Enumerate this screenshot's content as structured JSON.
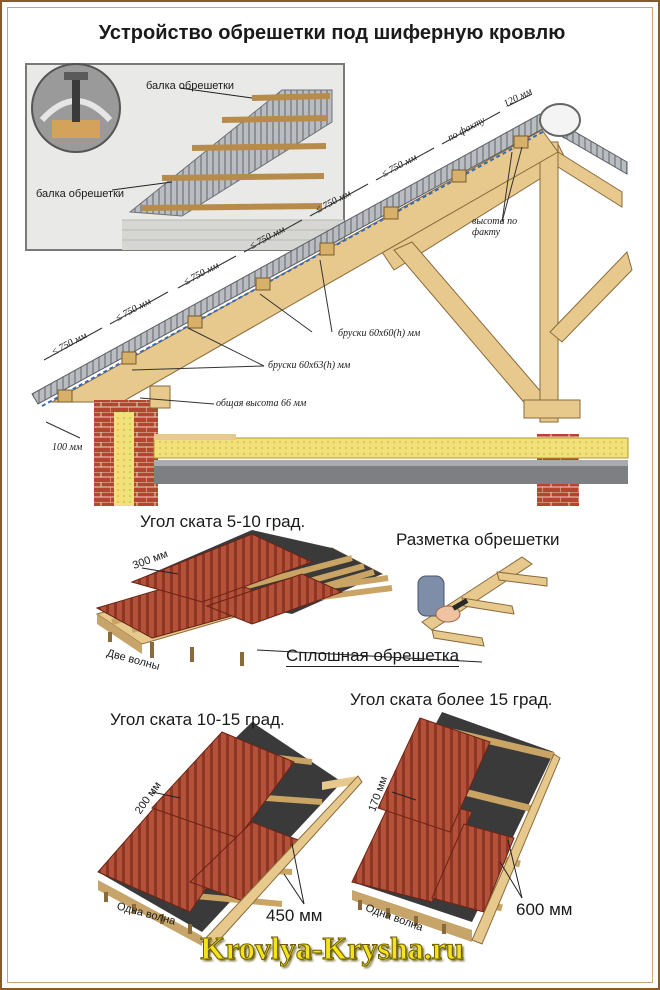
{
  "title": "Устройство обрешетки под шиферную кровлю",
  "inset": {
    "label_top": "балка обрешетки",
    "label_bottom": "балка обрешетки"
  },
  "main_dims": {
    "spacing": "≤ 750 мм",
    "po_faktu": "по факту",
    "ridge": "120 мм",
    "height_fact": "высота по факту",
    "bars_60_60": "бруски 60х60(h) мм",
    "bars_60_63": "бруски 60х63(h) мм",
    "total_height": "общая высота 66 мм",
    "overhang": "100 мм"
  },
  "panels": {
    "p1": {
      "caption": "Угол ската 5-10 град.",
      "overlap": "300 мм",
      "waves": "Две волны",
      "solid": "Сплошная обрешетка"
    },
    "p2": {
      "caption": "Разметка обрешетки"
    },
    "p3": {
      "caption": "Угол ската 10-15 град.",
      "overlap": "200 мм",
      "waves": "Одна волна",
      "spacing": "450 мм"
    },
    "p4": {
      "caption": "Угол ската более 15 град.",
      "overlap": "170 мм",
      "waves": "Одна волна",
      "spacing": "600 мм"
    }
  },
  "site": "Krovlya-Krysha.ru",
  "colors": {
    "frame": "#8a5a2a",
    "wood": "#e7c98e",
    "brick": "#b5452e",
    "slate_red": "#b4513a",
    "site_text": "#f4e21a"
  }
}
